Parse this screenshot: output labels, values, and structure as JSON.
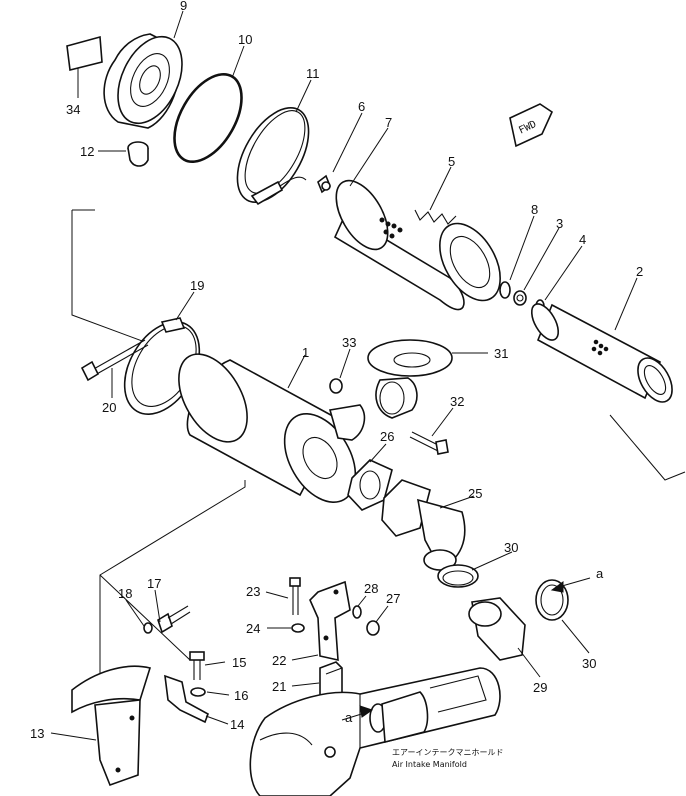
{
  "labels": [
    "1",
    "2",
    "3",
    "4",
    "5",
    "6",
    "7",
    "8",
    "9",
    "10",
    "11",
    "12",
    "13",
    "14",
    "15",
    "16",
    "17",
    "18",
    "19",
    "20",
    "21",
    "22",
    "23",
    "24",
    "25",
    "26",
    "27",
    "28",
    "29",
    "30",
    "30",
    "31",
    "32",
    "33",
    "34"
  ],
  "fwd_label": "FWD",
  "arrow_label_a": "a",
  "manifold_label_jp": "エアーインテークマニホールド",
  "manifold_label_en": "Air Intake Manifold"
}
